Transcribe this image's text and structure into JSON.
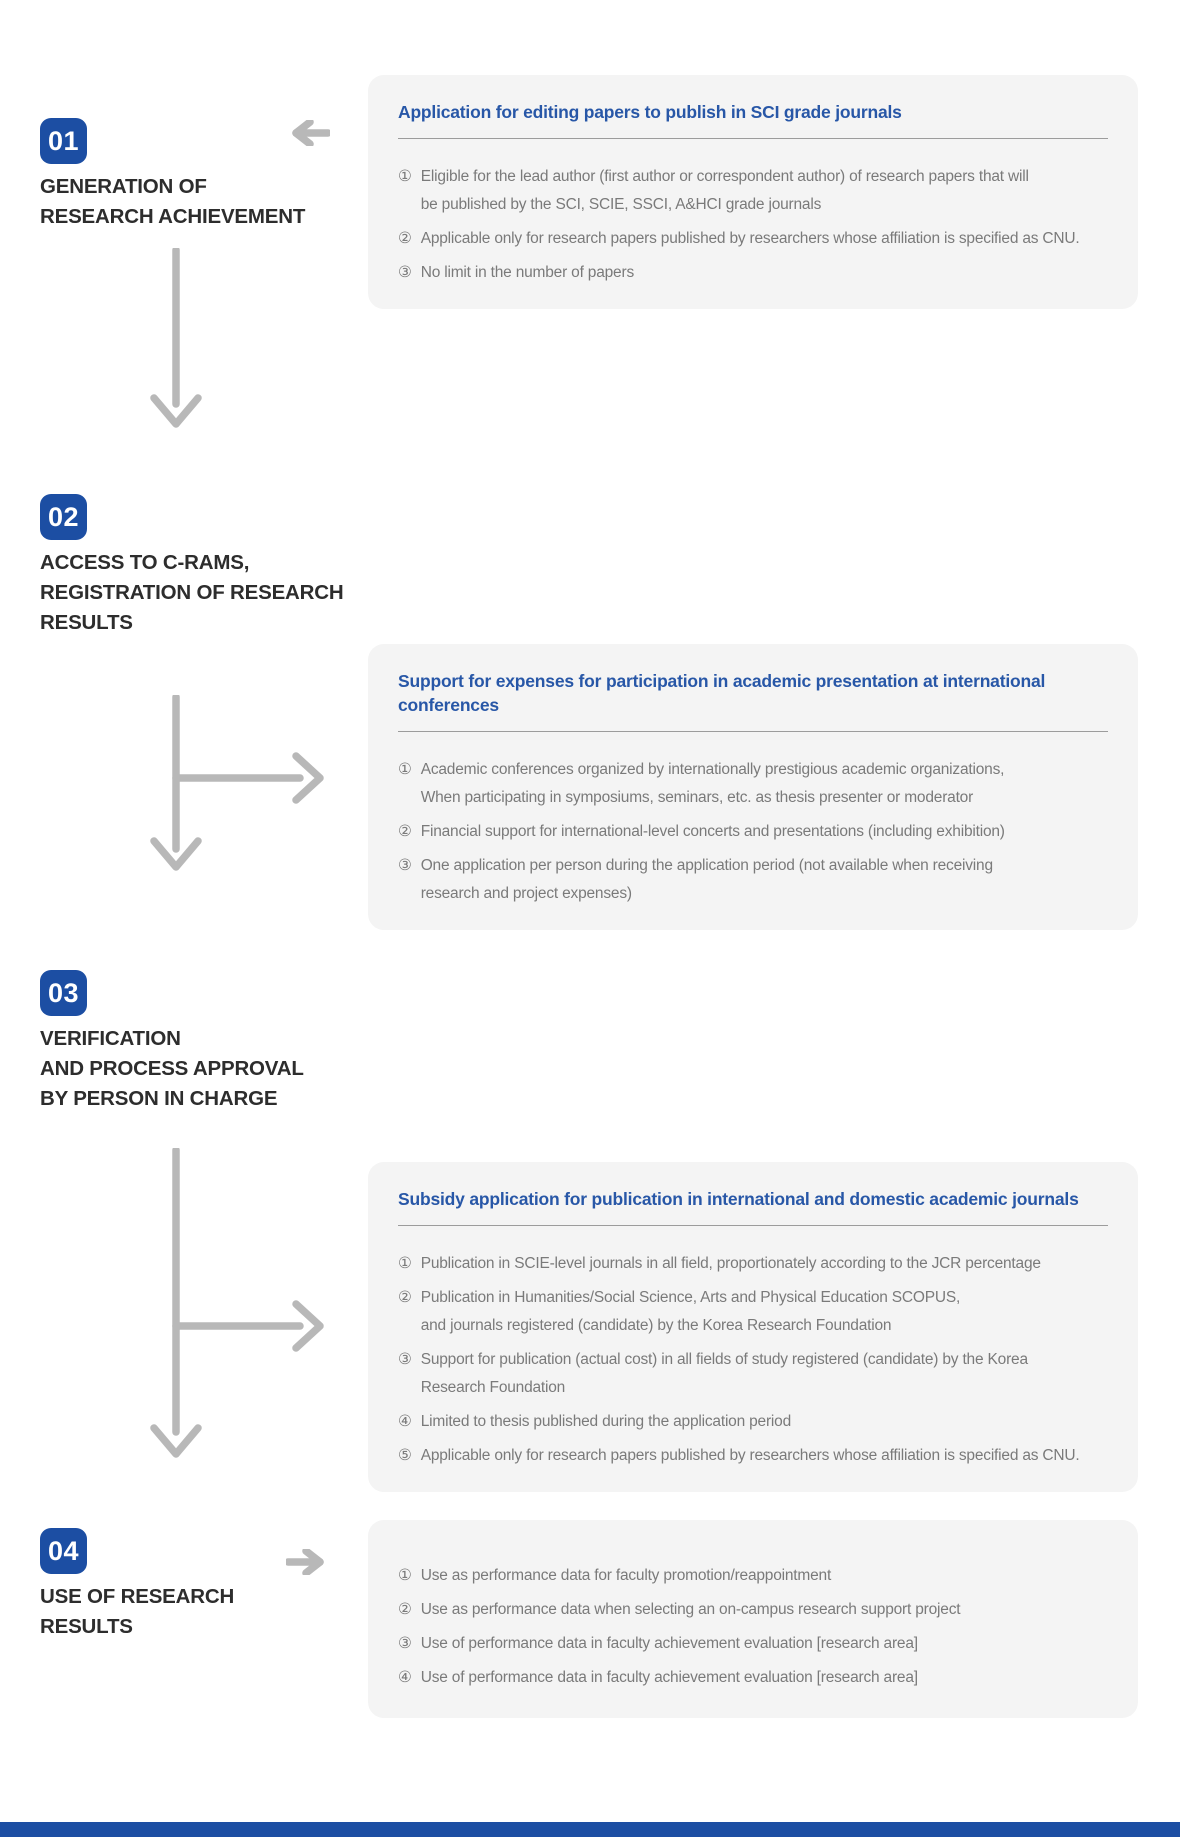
{
  "colors": {
    "badge_blue": "#1c4ea3",
    "box_title_blue": "#2857a7",
    "step_title_text": "#2d2d2d",
    "body_text": "#7a7a7a",
    "box_background": "#f4f4f4",
    "arrow_gray": "#b8b8b8",
    "footer_bar_blue": "#1c4ea3"
  },
  "steps": [
    {
      "number": "01",
      "title": "GENERATION OF\nRESEARCH ACHIEVEMENT"
    },
    {
      "number": "02",
      "title": "ACCESS TO C-RAMS,\nREGISTRATION OF RESEARCH\nRESULTS"
    },
    {
      "number": "03",
      "title": "VERIFICATION\nAND PROCESS APPROVAL\nBY PERSON IN CHARGE"
    },
    {
      "number": "04",
      "title": "USE OF RESEARCH\nRESULTS"
    }
  ],
  "boxes": [
    {
      "title": "Application for editing papers to publish in SCI grade journals",
      "items": [
        {
          "n": "①",
          "text": "Eligible for the lead author (first author or correspondent author) of research papers that will\nbe published by the SCI, SCIE, SSCI, A&HCI grade journals"
        },
        {
          "n": "②",
          "text": "Applicable only for research papers published by researchers whose affiliation is specified as CNU."
        },
        {
          "n": "③",
          "text": "No limit in the number of papers"
        }
      ]
    },
    {
      "title": "Support for expenses for participation in academic presentation at international\nconferences",
      "items": [
        {
          "n": "①",
          "text": "Academic conferences organized by internationally prestigious academic organizations,\nWhen participating in symposiums, seminars, etc. as thesis presenter or moderator"
        },
        {
          "n": "②",
          "text": "Financial support for international-level concerts and presentations (including exhibition)"
        },
        {
          "n": "③",
          "text": "One application per person during the application period (not available when receiving\nresearch and project expenses)"
        }
      ]
    },
    {
      "title": "Subsidy application for publication in international and domestic academic journals",
      "items": [
        {
          "n": "①",
          "text": "Publication in SCIE-level journals in all field, proportionately according to the JCR percentage"
        },
        {
          "n": "②",
          "text": "Publication in Humanities/Social Science, Arts and Physical Education SCOPUS,\nand journals registered (candidate) by the Korea Research Foundation"
        },
        {
          "n": "③",
          "text": "Support for publication (actual cost) in all fields of study registered (candidate) by the Korea\nResearch Foundation"
        },
        {
          "n": "④",
          "text": "Limited to thesis published during the application period"
        },
        {
          "n": "⑤",
          "text": "Applicable only for research papers published by researchers whose affiliation is specified as CNU."
        }
      ]
    },
    {
      "title": "",
      "items": [
        {
          "n": "①",
          "text": "Use as performance data for faculty promotion/reappointment"
        },
        {
          "n": "②",
          "text": "Use as performance data when selecting an on-campus research support project"
        },
        {
          "n": "③",
          "text": "Use of performance data in faculty achievement evaluation [research area]"
        },
        {
          "n": "④",
          "text": "Use of performance data in faculty achievement evaluation [research area]"
        }
      ]
    }
  ]
}
